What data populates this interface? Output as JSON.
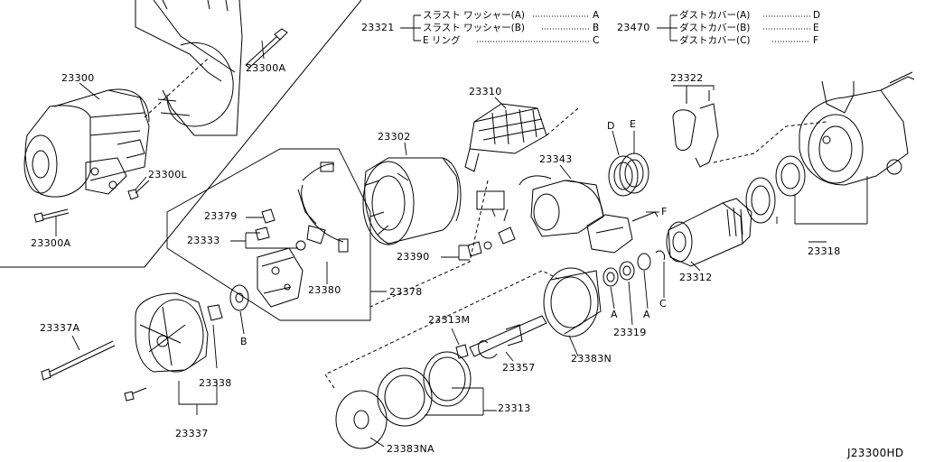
{
  "legend_groups": [
    {
      "part_no": "23321",
      "items": [
        {
          "name": "スラスト ワッシャー(A)",
          "code": "A"
        },
        {
          "name": "スラスト ワッシャー(B)",
          "code": "B"
        },
        {
          "name": "E リング",
          "code": "C"
        }
      ]
    },
    {
      "part_no": "23470",
      "items": [
        {
          "name": "ダストカバー(A)",
          "code": "D"
        },
        {
          "name": "ダストカバー(B)",
          "code": "E"
        },
        {
          "name": "ダストカバー(C)",
          "code": "F"
        }
      ]
    }
  ],
  "callouts": {
    "p23300": "23300",
    "p23300A_top": "23300A",
    "p23300L": "23300L",
    "p23300A_left": "23300A",
    "p23310": "23310",
    "p23322": "23322",
    "p23302": "23302",
    "p23343": "23343",
    "p23379": "23379",
    "p23333": "23333",
    "p23390": "23390",
    "p23380": "23380",
    "p23378": "23378",
    "p23318": "23318",
    "p23312": "23312",
    "p23319": "23319",
    "p23337A": "23337A",
    "p23313M": "23313M",
    "p23357": "23357",
    "p23383N": "23383N",
    "p23338": "23338",
    "p23337": "23337",
    "p23313": "23313",
    "p23383NA": "23383NA"
  },
  "letter_marks": {
    "D": "D",
    "E": "E",
    "F": "F",
    "A1": "A",
    "A2": "A",
    "C": "C",
    "B": "B"
  },
  "footer_code": "J23300HD"
}
